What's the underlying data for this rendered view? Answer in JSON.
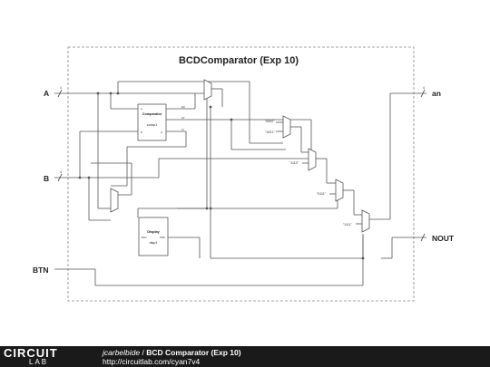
{
  "diagram": {
    "title": "BCDComparator (Exp 10)",
    "ports": {
      "input_a": "A",
      "input_b": "B",
      "input_btn": "BTN",
      "output_an": "an",
      "output_nout": "NOUT",
      "bus_width_a": "4",
      "bus_width_b": "4",
      "bus_width_an": "4"
    },
    "comparator": {
      "title": "Comparator",
      "instance": "comp1",
      "pins": [
        "A",
        "B",
        "ct",
        "EQ",
        "GT",
        "LT"
      ]
    },
    "display": {
      "title": "Display",
      "instance": "disp1",
      "pins": [
        "BCD",
        "DISP"
      ]
    },
    "constants": [
      "\"0000\"",
      "\"1001\"",
      "\"1110\"",
      "\"0111\"",
      "\"1111\""
    ]
  },
  "footer": {
    "logo_main": "CIRCUIT",
    "logo_sub": "LAB",
    "author": "jcarbelbide",
    "separator": " / ",
    "project_title": "BCD Comparator (Exp 10)",
    "url": "http://circuitlab.com/cyan7v4"
  }
}
